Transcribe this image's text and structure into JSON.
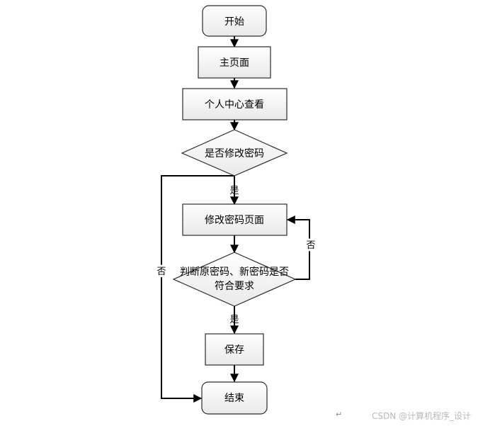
{
  "nodes": {
    "start": "开始",
    "home": "主页面",
    "profile": "个人中心查看",
    "decide_modify": "是否修改密码",
    "modify_page": "修改密码页面",
    "validate_line1": "判断原密码、新密码是否",
    "validate_line2": "符合要求",
    "save": "保存",
    "end": "结束"
  },
  "edge_labels": {
    "modify_yes": "是",
    "modify_no": "否",
    "validate_yes": "是",
    "validate_no": "否"
  },
  "footer": {
    "return_mark": "↵",
    "watermark": "CSDN @计算机程序_设计"
  },
  "colors": {
    "box_fill_top": "#ffffff",
    "box_fill_bottom": "#e9e9e9",
    "stroke": "#2b2b2b",
    "line": "#000000",
    "watermark": "#b8b8b8"
  }
}
